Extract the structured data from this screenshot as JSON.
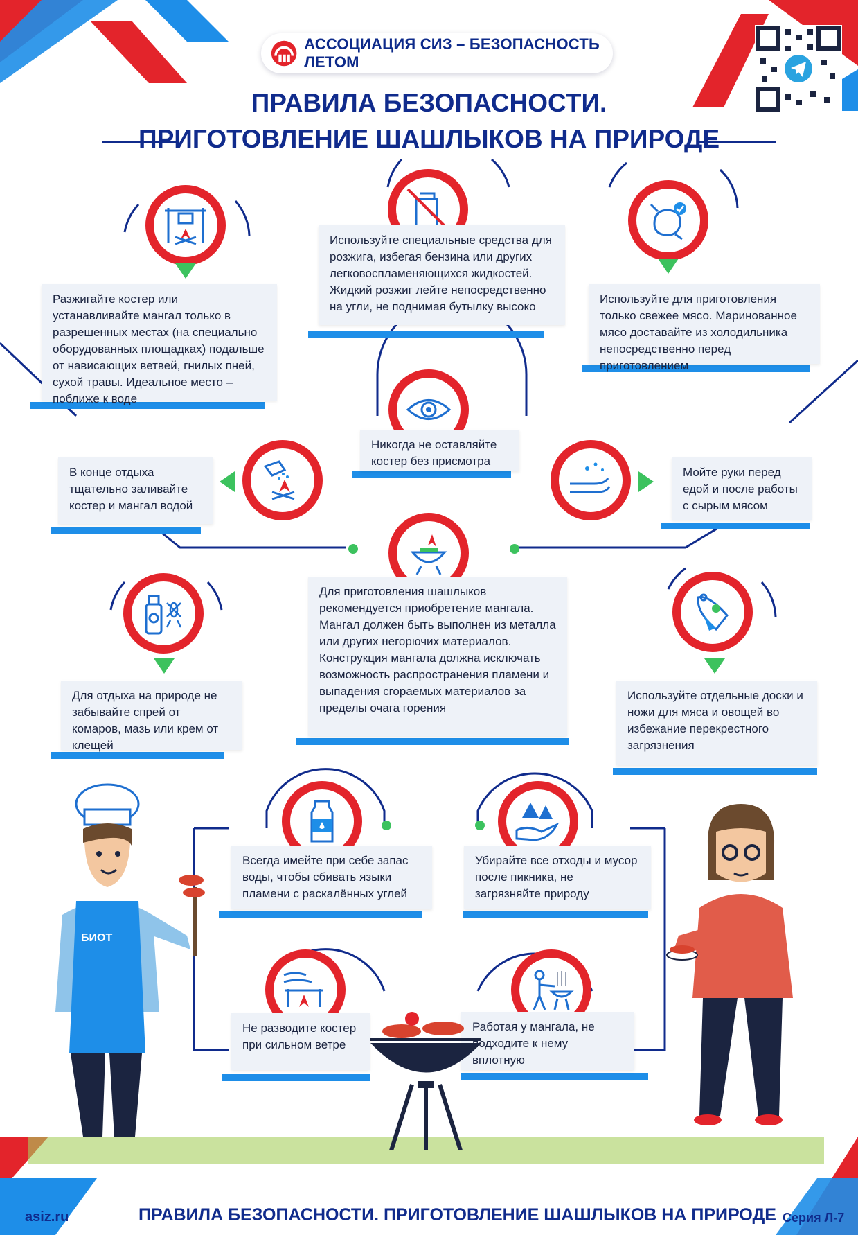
{
  "header": {
    "org_label": "АССОЦИАЦИЯ СИЗ – БЕЗОПАСНОСТЬ ЛЕТОМ",
    "title_line1": "ПРАВИЛА БЕЗОПАСНОСТИ.",
    "title_line2": "ПРИГОТОВЛЕНИЕ ШАШЛЫКОВ НА ПРИРОДЕ"
  },
  "rules": [
    {
      "id": "bonfire-place",
      "icon": "campfire-icon",
      "text": "Разжигайте костер или устанавливайте мангал только в разрешенных местах (на специально оборудованных площадках) подальше от нависающих ветвей, гнилых пней, сухой травы. Идеальное место – поближе к воде"
    },
    {
      "id": "ignition",
      "icon": "no-fuel-icon",
      "text": "Используйте специальные средства для розжига, избегая бензина или других легковоспламеняющихся жидкостей. Жидкий розжиг лейте непосредственно на угли, не поднимая бутылку высоко"
    },
    {
      "id": "fresh-meat",
      "icon": "chicken-check-icon",
      "text": "Используйте для приготовления только свежее мясо. Маринованное мясо доставайте из холодильника непосредственно перед приготовлением"
    },
    {
      "id": "never-leave",
      "icon": "eye-icon",
      "text": "Никогда не оставляйте костер без присмотра"
    },
    {
      "id": "extinguish",
      "icon": "watering-can-fire-icon",
      "text": "В конце отдыха тщательно заливайте костер и мангал водой"
    },
    {
      "id": "wash-hands",
      "icon": "washing-hands-icon",
      "text": "Мойте руки перед едой и после работы с сырым мясом"
    },
    {
      "id": "mosquito",
      "icon": "spray-mosquito-icon",
      "text": "Для отдыха на природе не забывайте спрей от комаров, мазь или крем от клещей"
    },
    {
      "id": "grill",
      "icon": "grill-icon",
      "text": "Для приготовления шашлыков рекомендуется приобретение мангала. Мангал должен быть выполнен из металла или других негорючих материалов. Конструкция мангала должна исключать возможность распространения пламени и выпадения сгораемых материалов за пределы очага горения"
    },
    {
      "id": "boards",
      "icon": "cutting-board-icon",
      "text": "Используйте отдельные доски и ножи для мяса и овощей во избежание перекрестного загрязнения"
    },
    {
      "id": "water",
      "icon": "water-bottle-icon",
      "text": "Всегда имейте при себе запас воды, чтобы сбивать языки пламени с раскалённых углей"
    },
    {
      "id": "waste",
      "icon": "trees-hand-icon",
      "text": "Убирайте все отходы и мусор после пикника, не загрязняйте природу"
    },
    {
      "id": "wind",
      "icon": "wind-fire-icon",
      "text": "Не разводите костер при сильном ветре"
    },
    {
      "id": "distance",
      "icon": "person-grill-icon",
      "text": "Работая у мангала, не подходите к нему вплотную"
    }
  ],
  "apron_label": "БИОТ",
  "footer": {
    "site": "asiz.ru",
    "title": "ПРАВИЛА БЕЗОПАСНОСТИ. ПРИГОТОВЛЕНИЕ ШАШЛЫКОВ НА ПРИРОДЕ",
    "series": "Серия Л-7"
  },
  "colors": {
    "navy": "#102b8c",
    "red": "#e3242b",
    "blue": "#1e8ee8",
    "green": "#3cc25e",
    "card": "#eef2f8"
  }
}
